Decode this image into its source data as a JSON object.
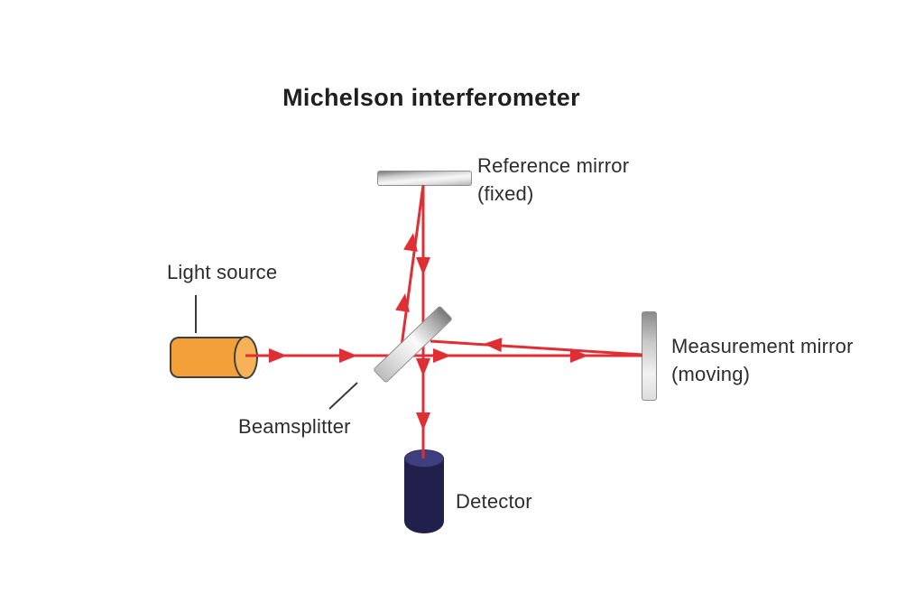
{
  "title": "Michelson interferometer",
  "colors": {
    "beam_red": "#e02f34",
    "pointer_black": "#3a3a3a",
    "text": "#2d2d2d",
    "light_source_body": "#f3a03b",
    "light_source_cap": "#f6b257",
    "detector_body": "#211f4c",
    "detector_top": "#3f3e7e",
    "mirror_silver": "#d9d9d9"
  },
  "components": {
    "light_source": {
      "label": "Light source"
    },
    "beamsplitter": {
      "label": "Beamsplitter"
    },
    "reference_mirror": {
      "label": "Reference mirror",
      "sublabel": "(fixed)"
    },
    "measurement_mirror": {
      "label": "Measurement mirror",
      "sublabel": "(moving)"
    },
    "detector": {
      "label": "Detector"
    }
  }
}
